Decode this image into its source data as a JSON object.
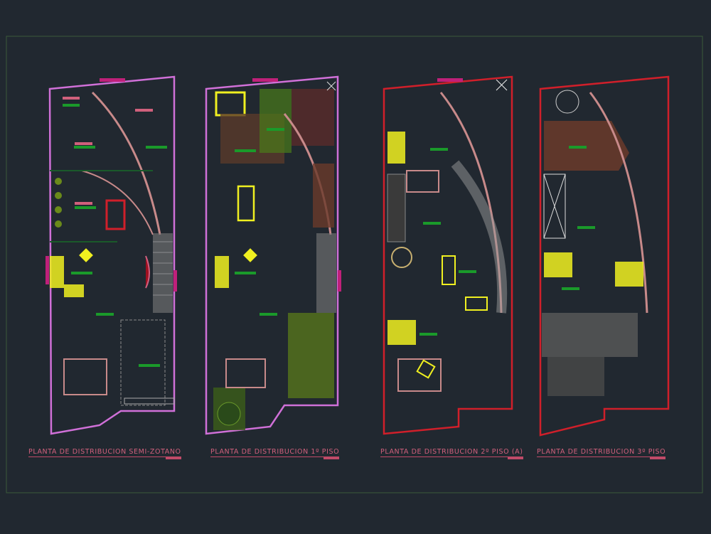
{
  "drawing": {
    "background_color": "#212830",
    "plans": [
      {
        "title": "PLANTA DE DISTRIBUCION SEMI-ZOTANO",
        "outline_color": "#d070d8"
      },
      {
        "title": "PLANTA DE DISTRIBUCION 1º PISO",
        "outline_color": "#d070d8"
      },
      {
        "title": "PLANTA DE DISTRIBUCION 2º PISO (A)",
        "outline_color": "#d01f2a"
      },
      {
        "title": "PLANTA DE DISTRIBUCION 3º PISO",
        "outline_color": "#d01f2a"
      }
    ],
    "colors": {
      "furniture": "#f0f020",
      "labels": "#1a9a2a",
      "walls": "#c88a8a",
      "tags": "#d0607c",
      "frame": "#3a5a3a"
    }
  }
}
